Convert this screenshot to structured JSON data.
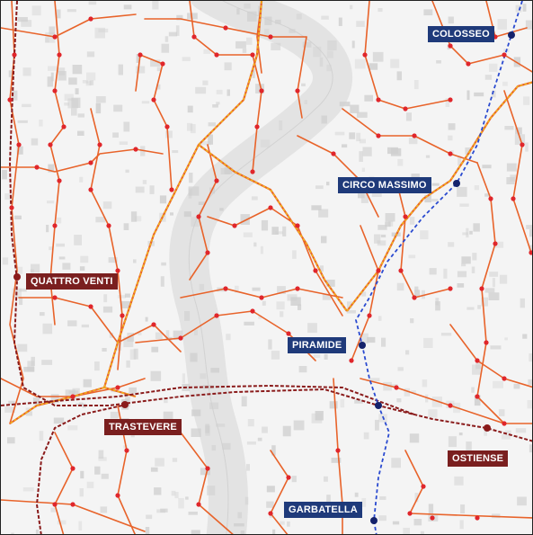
{
  "colors": {
    "bus_route": "#e8632a",
    "stop": "#e0262b",
    "tram": "#f2b21c",
    "metro_line": "#2a4ad0",
    "metro_station": "#14226b",
    "metro_label_bg": "#1f3a7a",
    "rail_line": "#8a1b1b",
    "rail_label_bg": "#7a1f1f",
    "river": "#e4e4e4",
    "buildings": "#cfcfcf",
    "background": "#f4f4f4"
  },
  "stations": {
    "colosseo": "COLOSSEO",
    "circo_massimo": "CIRCO MASSIMO",
    "piramide": "PIRAMIDE",
    "garbatella": "GARBATELLA",
    "quattro_venti": "QUATTRO VENTI",
    "trastevere": "TRASTEVERE",
    "ostiense": "OSTIENSE"
  }
}
